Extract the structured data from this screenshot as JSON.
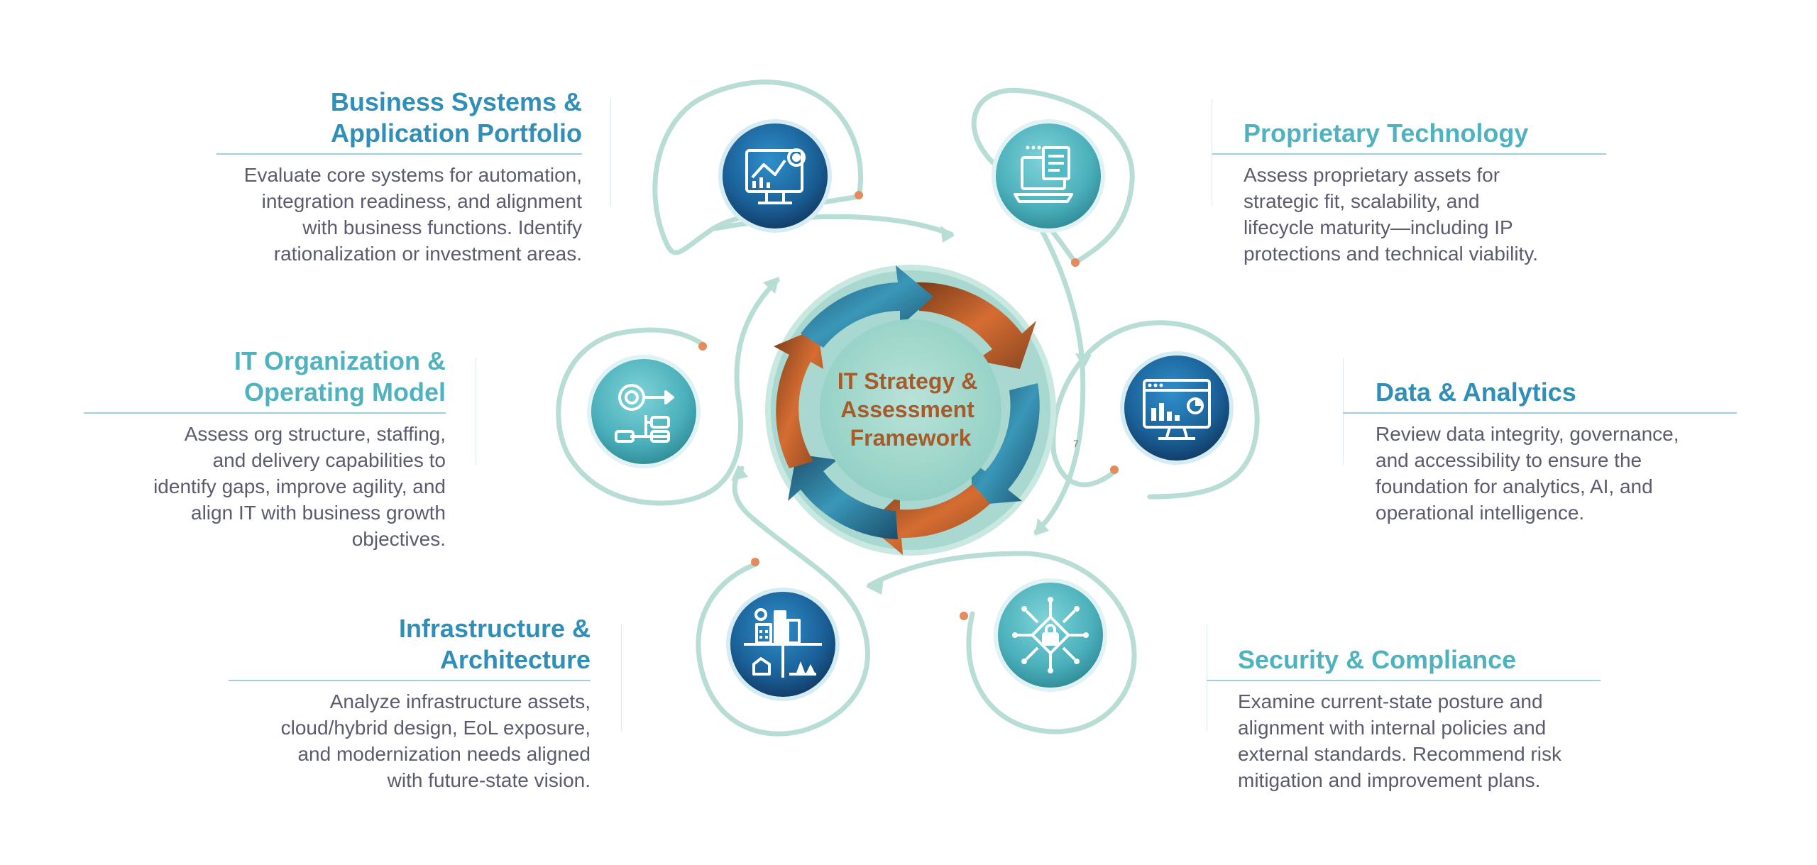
{
  "center": {
    "title_lines": [
      "IT Strategy &",
      "Assessment",
      "Framework"
    ],
    "page_number": "7"
  },
  "sections": {
    "business_systems": {
      "title": "Business Systems &\nApplication Portfolio",
      "description": "Evaluate core systems for automation,\nintegration readiness, and alignment\nwith business functions. Identify\nrationalization or investment areas.",
      "icon": "monitor-analytics-gear-icon"
    },
    "proprietary_technology": {
      "title": "Proprietary Technology",
      "description": "Assess proprietary assets for\nstrategic fit, scalability, and\nlifecycle maturity—including IP\nprotections and technical viability.",
      "icon": "laptop-documents-icon"
    },
    "it_organization": {
      "title": "IT Organization &\nOperating Model",
      "description": "Assess org structure, staffing,\nand delivery capabilities to\nidentify gaps, improve agility, and\nalign IT with business growth\nobjectives.",
      "icon": "target-org-chart-icon"
    },
    "data_analytics": {
      "title": "Data & Analytics",
      "description": "Review data integrity, governance,\nand accessibility to ensure the\nfoundation for analytics, AI, and\noperational intelligence.",
      "icon": "dashboard-monitor-icon"
    },
    "infrastructure": {
      "title": "Infrastructure &\nArchitecture",
      "description": "Analyze infrastructure assets,\ncloud/hybrid design, EoL exposure,\nand modernization needs aligned\nwith future-state vision.",
      "icon": "city-buildings-icon"
    },
    "security": {
      "title": "Security & Compliance",
      "description": "Examine current-state posture and\nalignment with internal policies and\nexternal standards. Recommend risk\nmitigation and improvement plans.",
      "icon": "circuit-lock-icon"
    }
  },
  "colors": {
    "title_dark_blue": "#2f8fb8",
    "title_teal": "#4fb3bf",
    "description_text": "#5a5c6e",
    "center_text": "#a85a28",
    "swirl": "#b8ddd5",
    "accent_dot": "#e58a5c",
    "icon_blue": "#1f73ad",
    "icon_teal": "#52bac4",
    "arrow_orange": "#c8622b",
    "arrow_blue": "#2a7ea3"
  }
}
